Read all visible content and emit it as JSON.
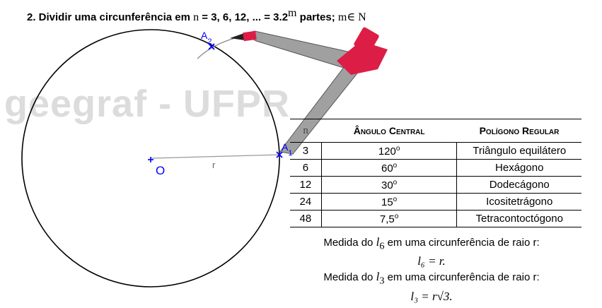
{
  "heading": {
    "label": "2. Dividir uma circunferência em",
    "n": "n",
    "series": "= 3, 6, 12, ... = 3.2",
    "exp": "m",
    "partes": "partes;",
    "cond": "m∈ N"
  },
  "watermark": "geegraf - UFPR",
  "figure": {
    "center_label": "O",
    "radius_label": "r",
    "point_a1": "A",
    "point_a1_sub": "1",
    "point_a2": "A",
    "point_a2_sub": "2",
    "colors": {
      "circle": "#000000",
      "points": "#0000ff",
      "compass_red": "#dc1e46",
      "compass_gray": "#a0a0a0"
    }
  },
  "table": {
    "headers": [
      "n",
      "Ângulo Central",
      "Polígono Regular"
    ],
    "rows": [
      {
        "n": "3",
        "angle": "120",
        "polygon": "Triângulo equilátero"
      },
      {
        "n": "6",
        "angle": "60",
        "polygon": "Hexágono"
      },
      {
        "n": "12",
        "angle": "30",
        "polygon": "Dodecágono"
      },
      {
        "n": "24",
        "angle": "15",
        "polygon": "Icositetrágono"
      },
      {
        "n": "48",
        "angle": "7,5",
        "polygon": "Tetracontoctógono"
      }
    ],
    "degree": "o"
  },
  "notes": {
    "line1_pre": "Medida do",
    "l6": "l",
    "l6_sub": "6",
    "line1_post": "em uma circunferência de raio r:",
    "eq1": "l₆ = r.",
    "line2_pre": "Medida do",
    "l3": "l",
    "l3_sub": "3",
    "line2_post": "em uma circunferência de raio r:",
    "eq2": "l₃ = r√3."
  }
}
